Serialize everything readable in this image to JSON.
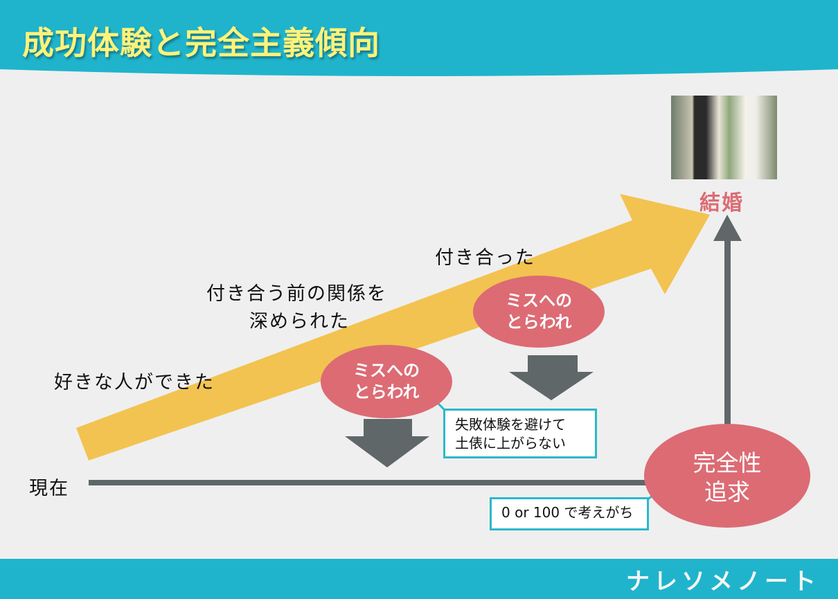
{
  "title": "成功体験と完全主義傾向",
  "labels": {
    "now": "現在",
    "step1": "好きな人ができた",
    "step2_line1": "付き合う前の関係を",
    "step2_line2": "深められた",
    "step3": "付き合った",
    "goal": "結婚"
  },
  "bubbles": [
    {
      "line1": "ミスへの",
      "line2": "とらわれ"
    },
    {
      "line1": "ミスへの",
      "line2": "とらわれ"
    },
    {
      "line1": "完全性",
      "line2": "追求"
    }
  ],
  "callouts": {
    "avoid_line1": "失敗体験を避けて",
    "avoid_line2": "土俵に上がらない",
    "zero_or_hundred": "0 or 100 で考えがち"
  },
  "logo": "ナレソメノート",
  "colors": {
    "teal": "#1fb4cc",
    "title": "#fff27a",
    "arrow": "#f2c350",
    "pink": "#dc6b74",
    "gray": "#5f6769"
  }
}
